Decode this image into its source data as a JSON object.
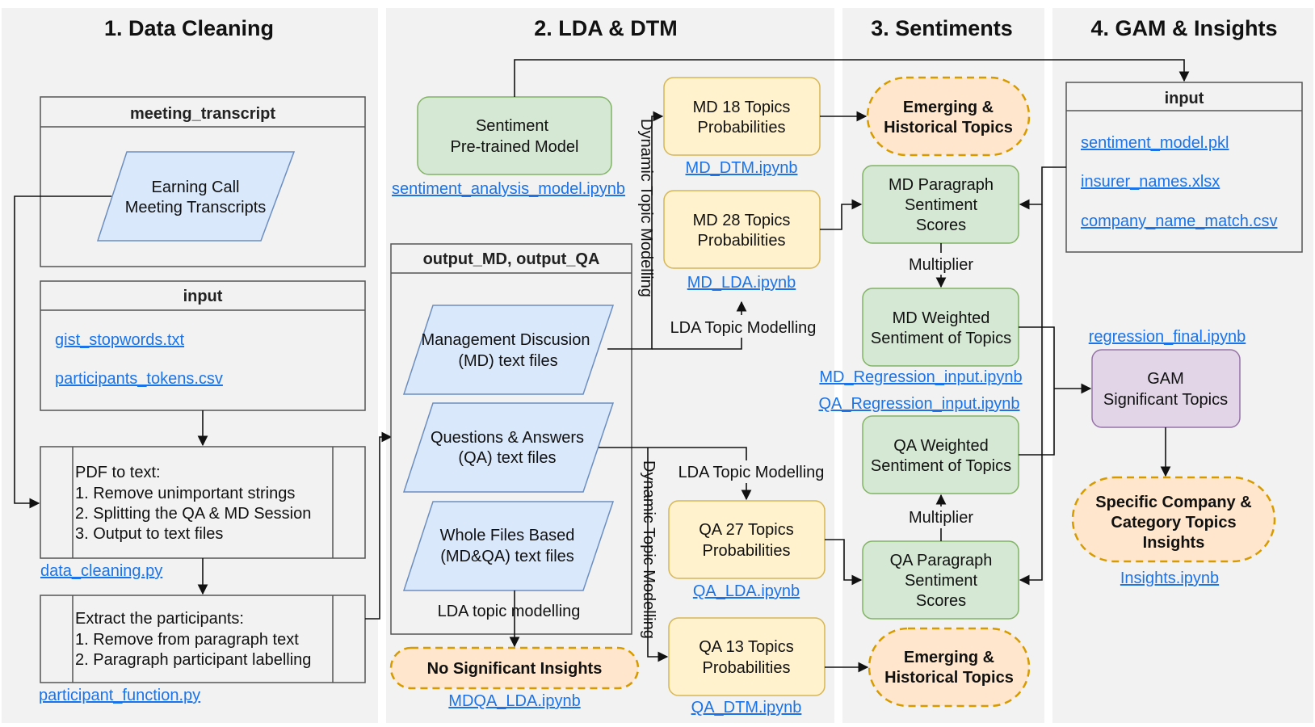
{
  "columns": {
    "c1": "1. Data Cleaning",
    "c2": "2. LDA & DTM",
    "c3": "3. Sentiments",
    "c4": "4. GAM & Insights"
  },
  "meeting_box": {
    "title": "meeting_transcript",
    "node": [
      "Earning Call",
      "Meeting Transcripts"
    ]
  },
  "input1": {
    "title": "input",
    "files": [
      "gist_stopwords.txt",
      "participants_tokens.csv"
    ]
  },
  "pdf_step": {
    "lines": [
      "PDF to text:",
      "1. Remove unimportant strings",
      "2. Splitting the QA & MD Session",
      "3. Output to text files"
    ],
    "link": "data_cleaning.py"
  },
  "extract_step": {
    "lines": [
      "Extract the participants:",
      "1. Remove from paragraph text",
      "2. Paragraph participant labelling"
    ],
    "link": "participant_function.py"
  },
  "sentiment_model": {
    "lines": [
      "Sentiment",
      "Pre-trained Model"
    ],
    "link": "sentiment_analysis_model.ipynb"
  },
  "output_box": {
    "title": "output_MD, output_QA",
    "md": [
      "Management Discusion",
      "(MD) text files"
    ],
    "qa": [
      "Questions & Answers",
      "(QA) text files"
    ],
    "whole": [
      "Whole Files Based",
      "(MD&QA) text files"
    ]
  },
  "md18": {
    "lines": [
      "MD 18 Topics",
      "Probabilities"
    ],
    "link": "MD_DTM.ipynb"
  },
  "md28": {
    "lines": [
      "MD 28 Topics",
      "Probabilities"
    ],
    "link": "MD_LDA.ipynb"
  },
  "qa27": {
    "lines": [
      "QA 27 Topics",
      "Probabilities"
    ],
    "link": "QA_LDA.ipynb"
  },
  "qa13": {
    "lines": [
      "QA 13 Topics",
      "Probabilities"
    ],
    "link": "QA_DTM.ipynb"
  },
  "no_insights": {
    "label": "No Significant Insights",
    "link": "MDQA_LDA.ipynb"
  },
  "emerging_top": [
    "Emerging &",
    "Historical Topics"
  ],
  "emerging_bottom": [
    "Emerging &",
    "Historical Topics"
  ],
  "md_para": [
    "MD Paragraph",
    "Sentiment",
    "Scores"
  ],
  "md_weighted": [
    "MD Weighted",
    "Sentiment of Topics"
  ],
  "qa_weighted": [
    "QA Weighted",
    "Sentiment of Topics"
  ],
  "qa_para": [
    "QA Paragraph",
    "Sentiment",
    "Scores"
  ],
  "regression_links": [
    "MD_Regression_input.ipynb",
    "QA_Regression_input.ipynb"
  ],
  "input2": {
    "title": "input",
    "files": [
      "sentiment_model.pkl",
      "insurer_names.xlsx",
      "company_name_match.csv"
    ]
  },
  "gam": {
    "lines": [
      "GAM",
      "Significant Topics"
    ],
    "link": "regression_final.ipynb"
  },
  "specific": {
    "lines": [
      "Specific Company &",
      "Category Topics",
      "Insights"
    ],
    "link": "Insights.ipynb"
  },
  "edge_labels": {
    "dtm": "Dynamic Topic Modelling",
    "lda_md": "LDA Topic Modelling",
    "lda_qa": "LDA Topic Modelling",
    "lda_whole": "LDA topic modelling",
    "multiplier": "Multiplier"
  },
  "colors": {
    "panel": "#f2f2f2",
    "blue_fill": "#dae8fc",
    "blue_stroke": "#6c8ebf",
    "green_fill": "#d5e8d4",
    "green_stroke": "#82b366",
    "yellow_fill": "#fff2cc",
    "yellow_stroke": "#d6b656",
    "orange_fill": "#ffe6cc",
    "orange_stroke": "#d79b00",
    "purple_fill": "#e1d5e7",
    "purple_stroke": "#9673a6",
    "link": "#1a73e8"
  }
}
